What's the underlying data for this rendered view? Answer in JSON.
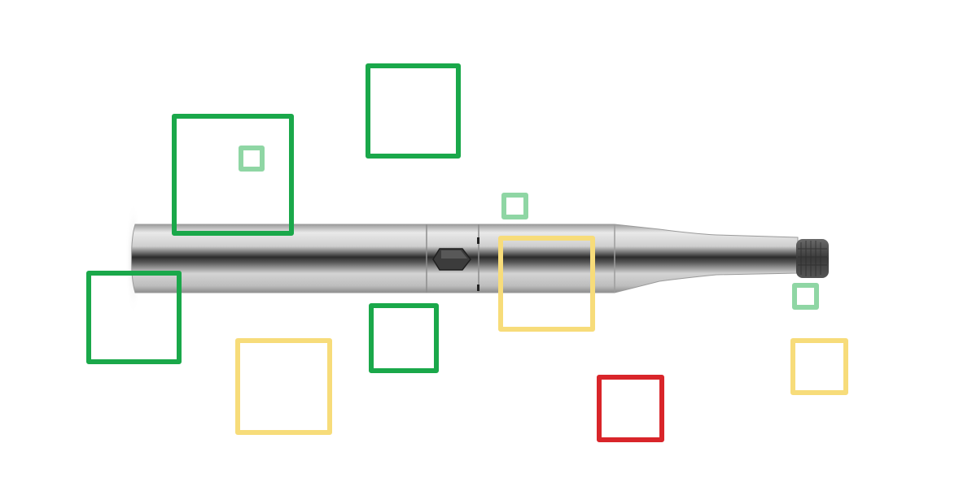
{
  "image": {
    "subject": "vape-pen",
    "background_color": "#ffffff",
    "pen_colors": {
      "metal_light": "#e8e8e8",
      "metal_mid": "#b9b9b9",
      "metal_dark": "#3a3a3a",
      "tip": "#4a4a4a",
      "button": "#3c3c3c"
    }
  },
  "markers": {
    "colors": {
      "green": "#1aa84a",
      "light-green": "#8fd6a4",
      "yellow": "#f7dc7a",
      "red": "#d9252a"
    },
    "items": [
      {
        "name": "green-marker-1",
        "color": "green"
      },
      {
        "name": "green-marker-2",
        "color": "green"
      },
      {
        "name": "green-marker-3",
        "color": "green"
      },
      {
        "name": "green-marker-4",
        "color": "green"
      },
      {
        "name": "light-green-marker-1",
        "color": "light-green"
      },
      {
        "name": "light-green-marker-2",
        "color": "light-green"
      },
      {
        "name": "light-green-marker-3",
        "color": "light-green"
      },
      {
        "name": "yellow-marker-1",
        "color": "yellow"
      },
      {
        "name": "yellow-marker-2",
        "color": "yellow"
      },
      {
        "name": "yellow-marker-3",
        "color": "yellow"
      },
      {
        "name": "red-marker-1",
        "color": "red"
      }
    ]
  }
}
